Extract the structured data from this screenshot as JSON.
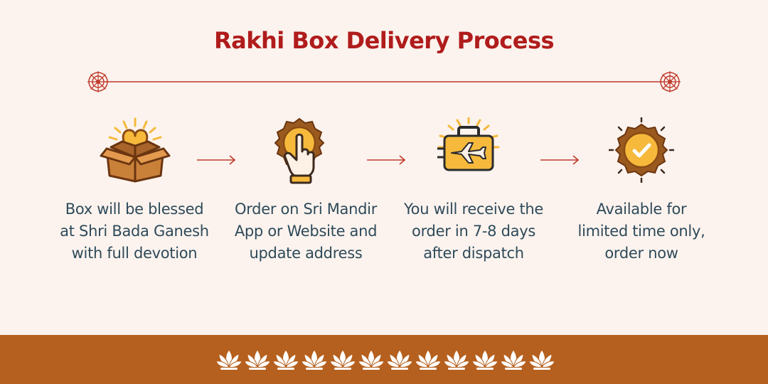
{
  "title": "Rakhi Box Delivery Process",
  "steps": [
    {
      "icon": "open-box-heart-icon",
      "lines": [
        "Box will be blessed",
        "at Shri Bada Ganesh",
        "with full devotion"
      ]
    },
    {
      "icon": "tap-hand-icon",
      "lines": [
        "Order on Sri Mandir",
        "App or Website and",
        "update address"
      ]
    },
    {
      "icon": "airplane-luggage-icon",
      "lines": [
        "You will receive the",
        "order in 7-8 days",
        "after dispatch"
      ]
    },
    {
      "icon": "check-badge-icon",
      "lines": [
        "Available for",
        "limited time only,",
        "order now"
      ]
    }
  ],
  "colors": {
    "background": "#fcf3ee",
    "title": "#b01c1c",
    "text": "#2e4a5a",
    "arrow": "#c0392b",
    "footer": "#b5601f",
    "gold": "#f6b93b",
    "brown": "#9a5a1f",
    "lotus": "#ffffff"
  }
}
